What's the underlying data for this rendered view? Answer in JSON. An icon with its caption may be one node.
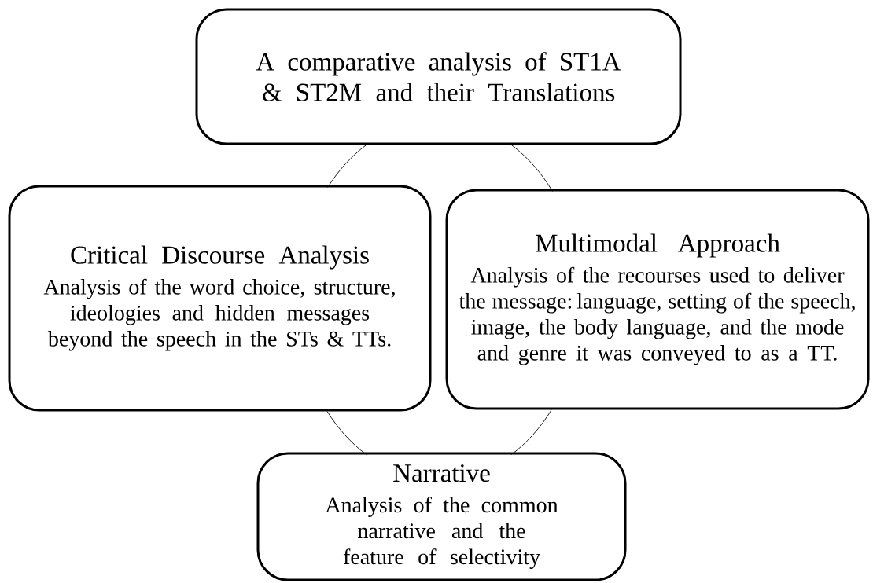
{
  "diagram": {
    "nodes": [
      {
        "text": [
          "A comparative analysis of ST1A & ST2M and their Translations"
        ]
      },
      {
        "text": [
          "Critical Discourse Analysis",
          "Analysis of the word choice, structure, ideologies and hidden messages beyond the speech in the STs & TTs."
        ]
      },
      {
        "text": [
          "Multimodal Approach",
          "Analysis of the recourses used to deliver the message: language, setting of the speech, image, the body language, and the mode and genre it was conveyed to as a TT."
        ]
      },
      {
        "text": [
          "Narrative",
          "Analysis of the common narrative and the feature of selectivity"
        ]
      }
    ],
    "edges": [
      {
        "from": 0,
        "to": 1,
        "arrow": "none"
      },
      {
        "from": 0,
        "to": 2,
        "arrow": "none"
      },
      {
        "from": 1,
        "to": 3,
        "arrow": "none"
      },
      {
        "from": 2,
        "to": 3,
        "arrow": "none"
      }
    ]
  }
}
